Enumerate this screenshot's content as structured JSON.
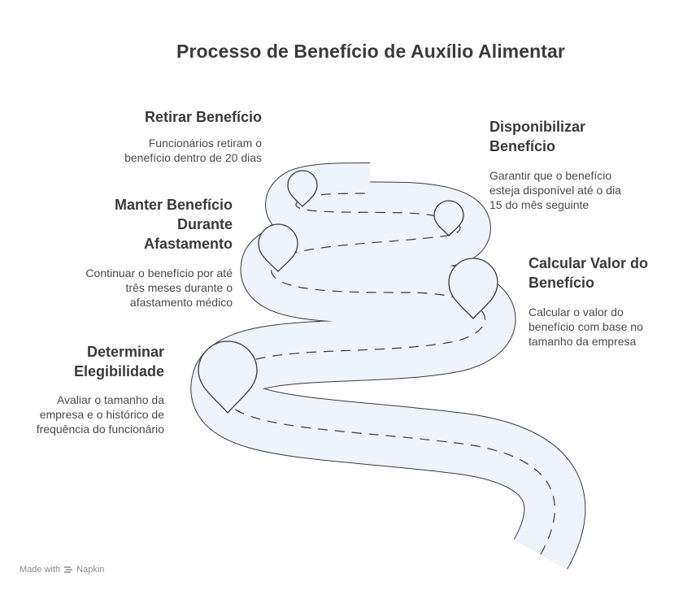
{
  "title": "Processo de Benefício de Auxílio Alimentar",
  "steps": [
    {
      "id": "determinar",
      "heading": "Determinar Elegibilidade",
      "heading_lines": [
        "Determinar",
        "Elegibilidade"
      ],
      "description_lines": [
        "Avaliar o tamanho da",
        "empresa e o histórico de",
        "frequência do funcionário"
      ]
    },
    {
      "id": "calcular",
      "heading": "Calcular Valor do Benefício",
      "heading_lines": [
        "Calcular Valor do",
        "Benefício"
      ],
      "description_lines": [
        "Calcular o valor do",
        "benefício com base no",
        "tamanho da empresa"
      ]
    },
    {
      "id": "manter",
      "heading": "Manter Benefício Durante Afastamento",
      "heading_lines": [
        "Manter Benefício",
        "Durante",
        "Afastamento"
      ],
      "description_lines": [
        "Continuar o benefício por até",
        "três meses durante o",
        "afastamento médico"
      ]
    },
    {
      "id": "disponibilizar",
      "heading": "Disponibilizar Benefício",
      "heading_lines": [
        "Disponibilizar",
        "Benefício"
      ],
      "description_lines": [
        "Garantir que o benefício",
        "esteja disponível até o dia",
        "15 do mês seguinte"
      ]
    },
    {
      "id": "retirar",
      "heading": "Retirar Benefício",
      "heading_lines": [
        "Retirar Benefício"
      ],
      "description_lines": [
        "Funcionários retiram o",
        "benefício dentro de 20 dias"
      ]
    }
  ],
  "colors": {
    "road_fill": "#eef3fc",
    "road_stroke": "#3a3a3a",
    "pin_fill": "#eef3fc"
  },
  "footer": {
    "text": "Made with",
    "brand": "Napkin"
  }
}
